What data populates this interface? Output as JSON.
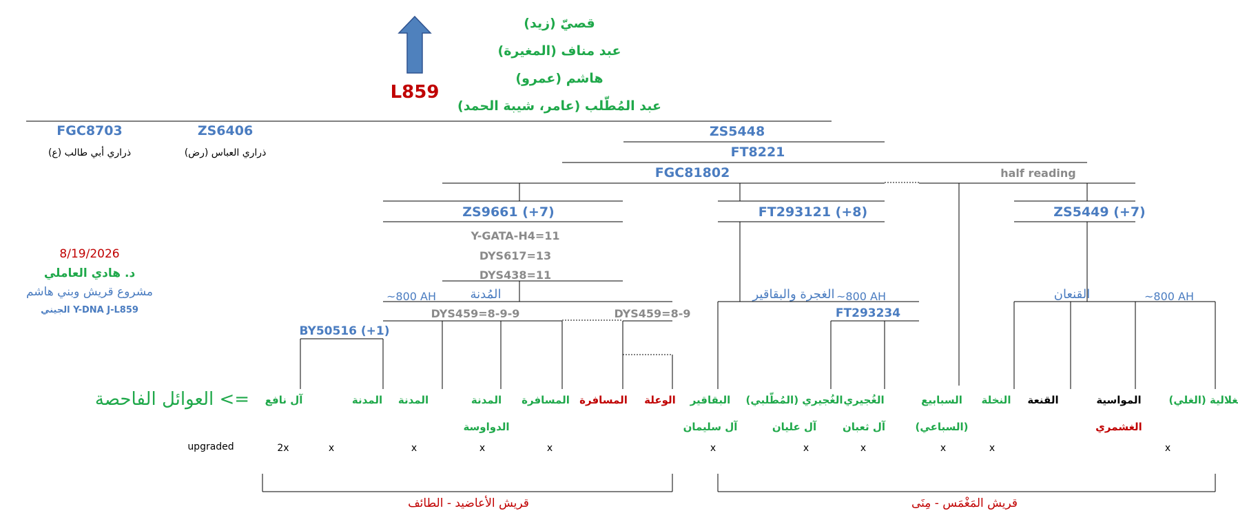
{
  "lineage": [
    "قصيّ (زيد)",
    "عبد مناف (المغيرة)",
    "هاشم (عمرو)",
    "عبد المُطّلب (عامر، شيبة الحمد)"
  ],
  "root_snp": "L859",
  "colors": {
    "snp": "#4a7cc0",
    "green": "#1fa84a",
    "red": "#c00000",
    "gray": "#8a8a8a",
    "arrow": "#4f81bd"
  },
  "left_branches": [
    {
      "snp": "FGC8703",
      "label": "ذراري أبي طالب (ع)"
    },
    {
      "snp": "ZS6406",
      "label": "ذراري العباس (رض)"
    }
  ],
  "snps": {
    "zs5448": "ZS5448",
    "ft8221": "FT8221",
    "fgc81802": "FGC81802",
    "half_reading": "half reading",
    "zs9661": "ZS9661 (+7)",
    "ft293121": "FT293121 (+8)",
    "zs5449": "ZS5449 (+7)",
    "by50516": "BY50516 (+1)",
    "ft293234": "FT293234"
  },
  "str": {
    "gata": "Y-GATA-H4=11",
    "dys617": "DYS617=13",
    "dys438": "DYS438=11",
    "dys459a": "DYS459=8-9-9",
    "dys459b": "DYS459=8-9"
  },
  "group_labels": {
    "madana": "المُدنة",
    "ghajra": "الغجرة والبقاقير",
    "qanaan": "القنعان"
  },
  "ah": "~800 AH",
  "credit": {
    "date": "8/19/2026",
    "author": "د. هادي العاملي",
    "project": "مشروع قريش وبني هاشم",
    "sub": "الجيني Y-DNA J-L859"
  },
  "families_title": "العوائل الفاحصة <=",
  "families": [
    {
      "name": "آل نافع",
      "color": "g",
      "mark": "2x"
    },
    {
      "name": "المدنة",
      "color": "g",
      "mark": "x"
    },
    {
      "name": "المدنة",
      "color": "g",
      "mark": "x"
    },
    {
      "name": "المدنة",
      "color": "g",
      "sub": "الدواوسة",
      "mark": "x"
    },
    {
      "name": "المسافرة",
      "color": "g",
      "mark": "x"
    },
    {
      "name": "المسافرة",
      "color": "r",
      "mark": ""
    },
    {
      "name": "الوعلة",
      "color": "r",
      "mark": ""
    },
    {
      "name": "البقاقير",
      "color": "g",
      "sub": "آل سليمان",
      "mark": "x"
    },
    {
      "name": "الغُجيري (المُطّلبي)",
      "color": "g",
      "sub": "آل عليان",
      "mark": "x"
    },
    {
      "name": "الغُجيري",
      "color": "g",
      "sub": "آل ثعبان",
      "mark": "x"
    },
    {
      "name": "السبابيع",
      "color": "g",
      "sub": "(السباعي)",
      "mark": "x"
    },
    {
      "name": "النخلة",
      "color": "g",
      "mark": "x"
    },
    {
      "name": "القنعة",
      "color": "k",
      "mark": ""
    },
    {
      "name": "المواسية",
      "color": "k",
      "sub": "الغشمري",
      "mark": ""
    },
    {
      "name": "الغلالية (الغلي)",
      "color": "g",
      "mark": "x"
    }
  ],
  "upgraded_label": "upgraded",
  "footer": {
    "left": "قريش الأعاضيد - الطائف",
    "right": "قريش المَغْمَس - مِنَى"
  }
}
